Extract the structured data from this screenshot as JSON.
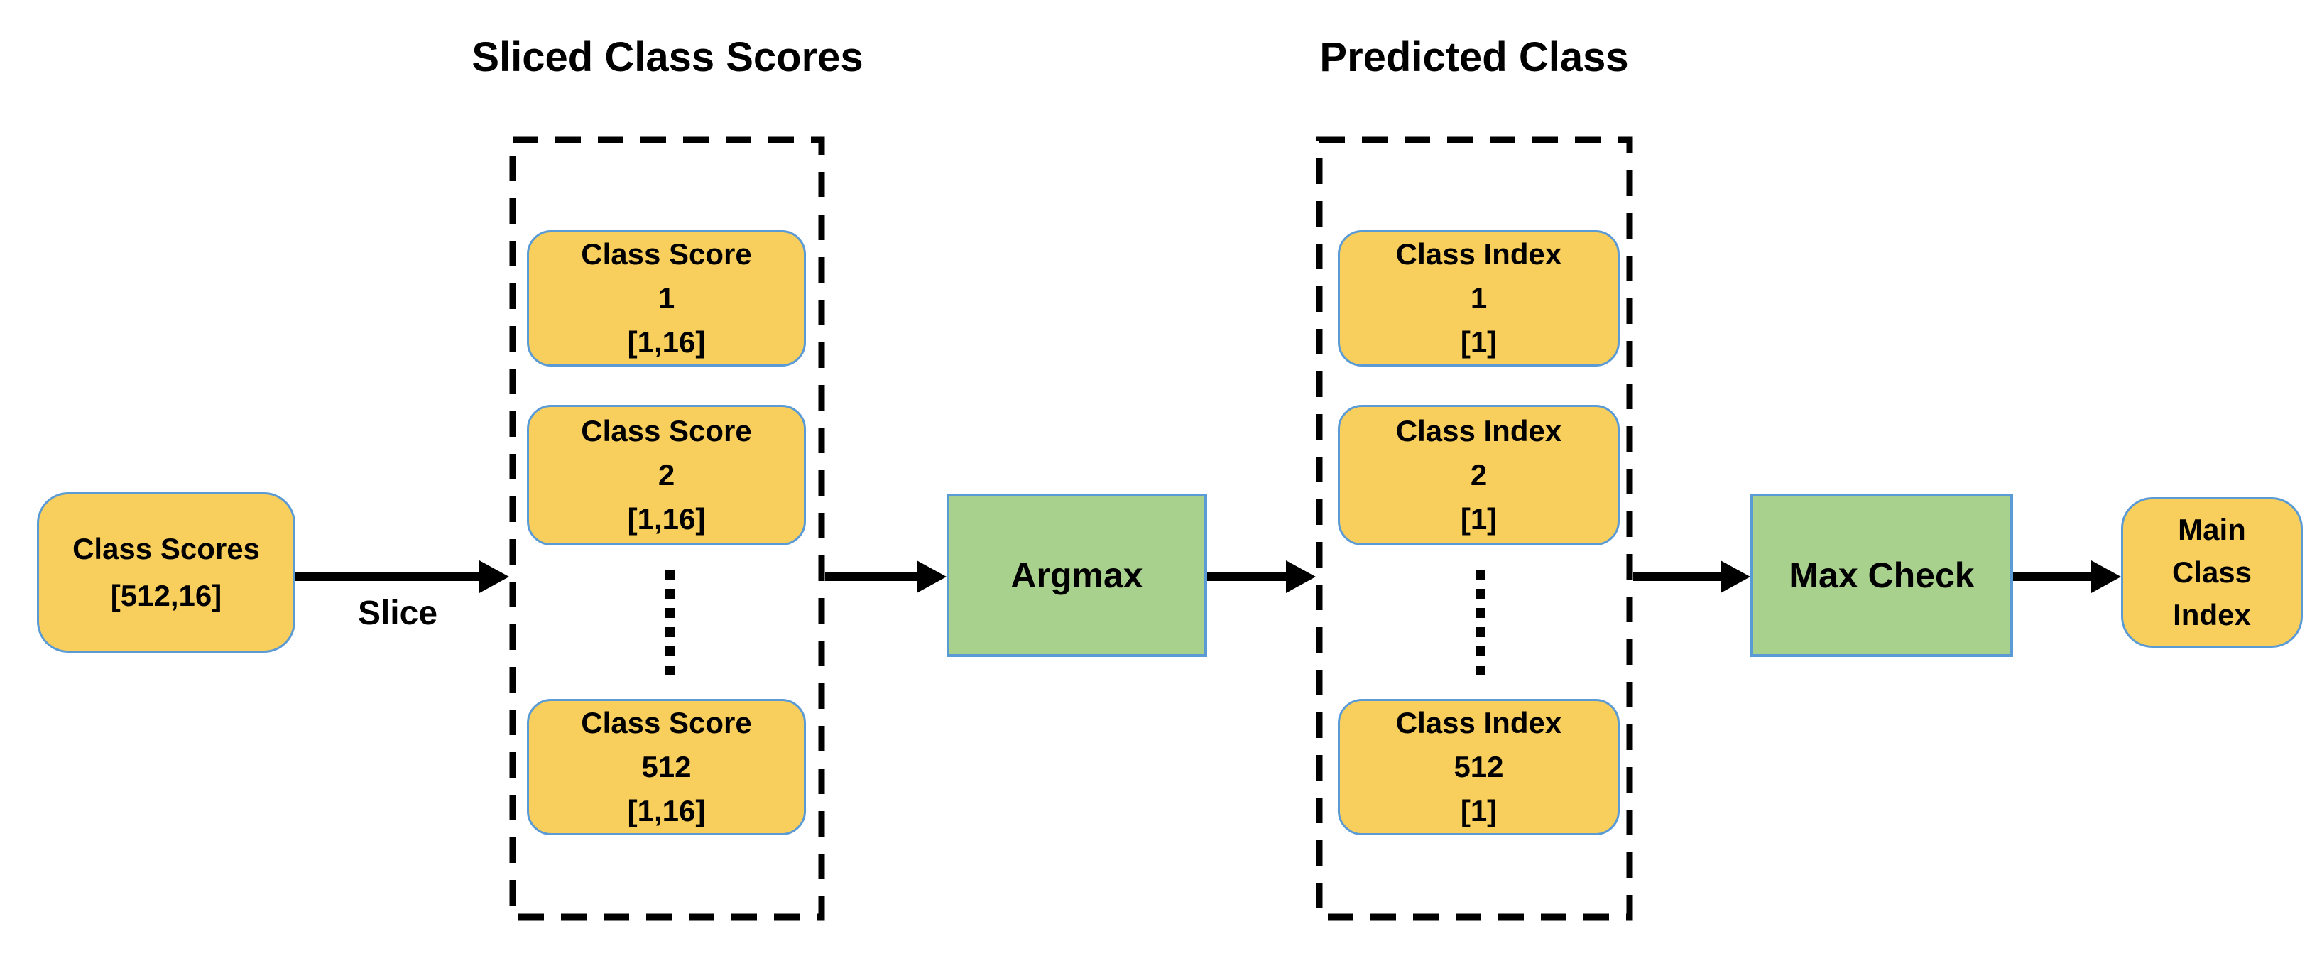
{
  "canvas": {
    "background": "#FFFFFF"
  },
  "colors": {
    "node_fill": "#F8CE5C",
    "node_border": "#5B9BD5",
    "operation_fill": "#A9D18E",
    "operation_border": "#5B9BD5",
    "arrow": "#000000",
    "group_border": "#000000",
    "text": "#000000",
    "background": "#FFFFFF"
  },
  "input_node": {
    "line1": "Class Scores",
    "line2": "[512,16]"
  },
  "slice_arrow_label": "Slice",
  "groups": [
    {
      "title": "Sliced Class Scores",
      "boxes": [
        {
          "line1": "Class Score",
          "line2": "1",
          "line3": "[1,16]"
        },
        {
          "line1": "Class Score",
          "line2": "2",
          "line3": "[1,16]"
        },
        {
          "line1": "Class Score",
          "line2": "512",
          "line3": "[1,16]"
        }
      ]
    },
    {
      "title": "Predicted Class",
      "boxes": [
        {
          "line1": "Class Index",
          "line2": "1",
          "line3": "[1]"
        },
        {
          "line1": "Class Index",
          "line2": "2",
          "line3": "[1]"
        },
        {
          "line1": "Class Index",
          "line2": "512",
          "line3": "[1]"
        }
      ]
    }
  ],
  "operations": [
    {
      "label": "Argmax"
    },
    {
      "label": "Max Check"
    }
  ],
  "output_node": {
    "line1": "Main",
    "line2": "Class",
    "line3": "Index"
  }
}
